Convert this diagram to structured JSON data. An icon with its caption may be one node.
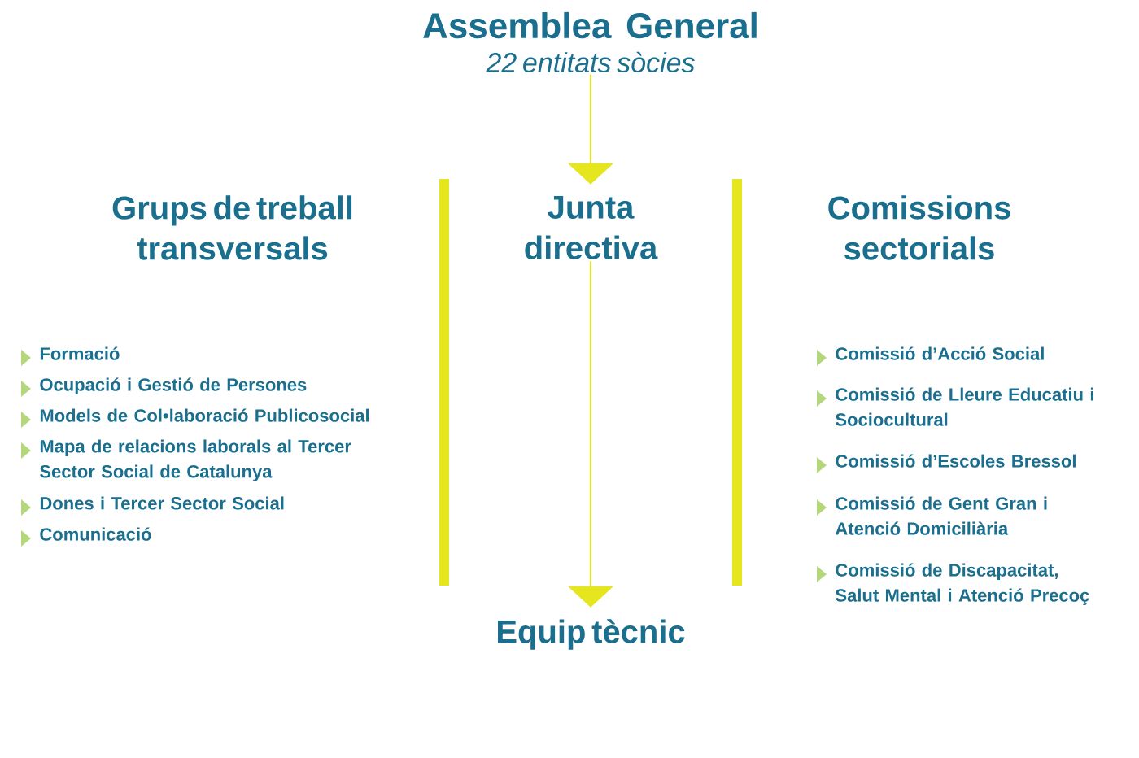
{
  "diagram": {
    "nodes": [
      {
        "text": [
          "Assemblea General",
          "22 entitats sòcies"
        ]
      },
      {
        "text": [
          "Grups de treball transversals"
        ],
        "beside": [
          "Formació",
          "Ocupació i Gestió de Persones",
          "Models de Col•laboració Publicosocial",
          "Mapa de relacions laborals al Tercer Sector Social de Catalunya",
          "Dones i Tercer Sector Social",
          "Comunicació"
        ]
      },
      {
        "text": [
          "Junta directiva"
        ]
      },
      {
        "text": [
          "Comissions sectorials"
        ],
        "beside": [
          "Comissió d’Acció Social",
          "Comissió de Lleure Educatiu i Sociocultural",
          "Comissió d’Escoles Bressol",
          "Comissió de Gent Gran i Atenció Domiciliària",
          "Comissió de Discapacitat, Salut Mental i Atenció Precoç"
        ]
      },
      {
        "text": [
          "Equip tècnic"
        ]
      }
    ],
    "edges": [
      {
        "from": 0,
        "to": 2,
        "arrow": "to"
      },
      {
        "from": 2,
        "to": 4,
        "arrow": "to"
      }
    ]
  }
}
